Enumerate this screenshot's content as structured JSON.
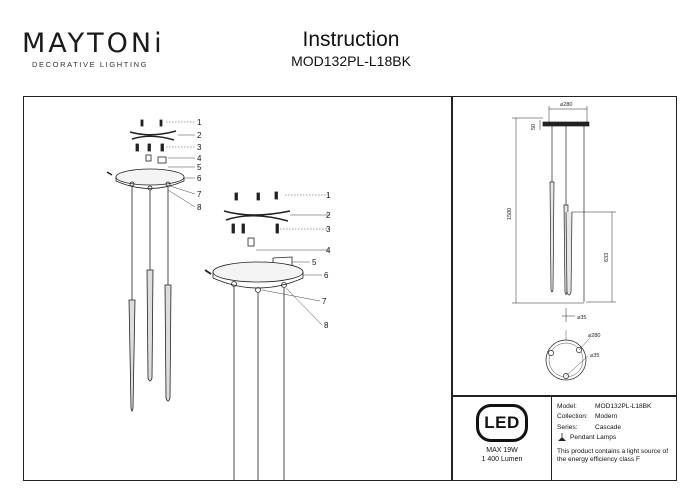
{
  "brand": {
    "name": "MAYTONi",
    "tagline": "DECORATIVE LIGHTING"
  },
  "header": {
    "title": "Instruction",
    "model": "MOD132PL-L18BK"
  },
  "assembly": {
    "callouts_top": [
      "1",
      "2",
      "3",
      "4",
      "5",
      "6",
      "7",
      "8"
    ],
    "callouts_bottom": [
      "1",
      "2",
      "3",
      "4",
      "5",
      "6",
      "7",
      "8"
    ]
  },
  "dimensions": {
    "canopy_width": "⌀280",
    "height_max": "1500",
    "pendant_height": "633",
    "canopy_gap": "50",
    "pendant_diameter": "⌀35",
    "plan_canopy": "⌀280",
    "plan_pendant": "⌀35"
  },
  "specs": {
    "led_label": "LED",
    "power": "MAX 19W",
    "lumen": "1 400 Lumen",
    "model_key": "Model:",
    "model_val": "MOD132PL-L18BK",
    "collection_key": "Collection:",
    "collection_val": "Modern",
    "series_key": "Series:",
    "series_val": "Cascade",
    "type": "Pendant Lamps",
    "energy_note": "This product contains a light source of the energy efficiency class F"
  }
}
